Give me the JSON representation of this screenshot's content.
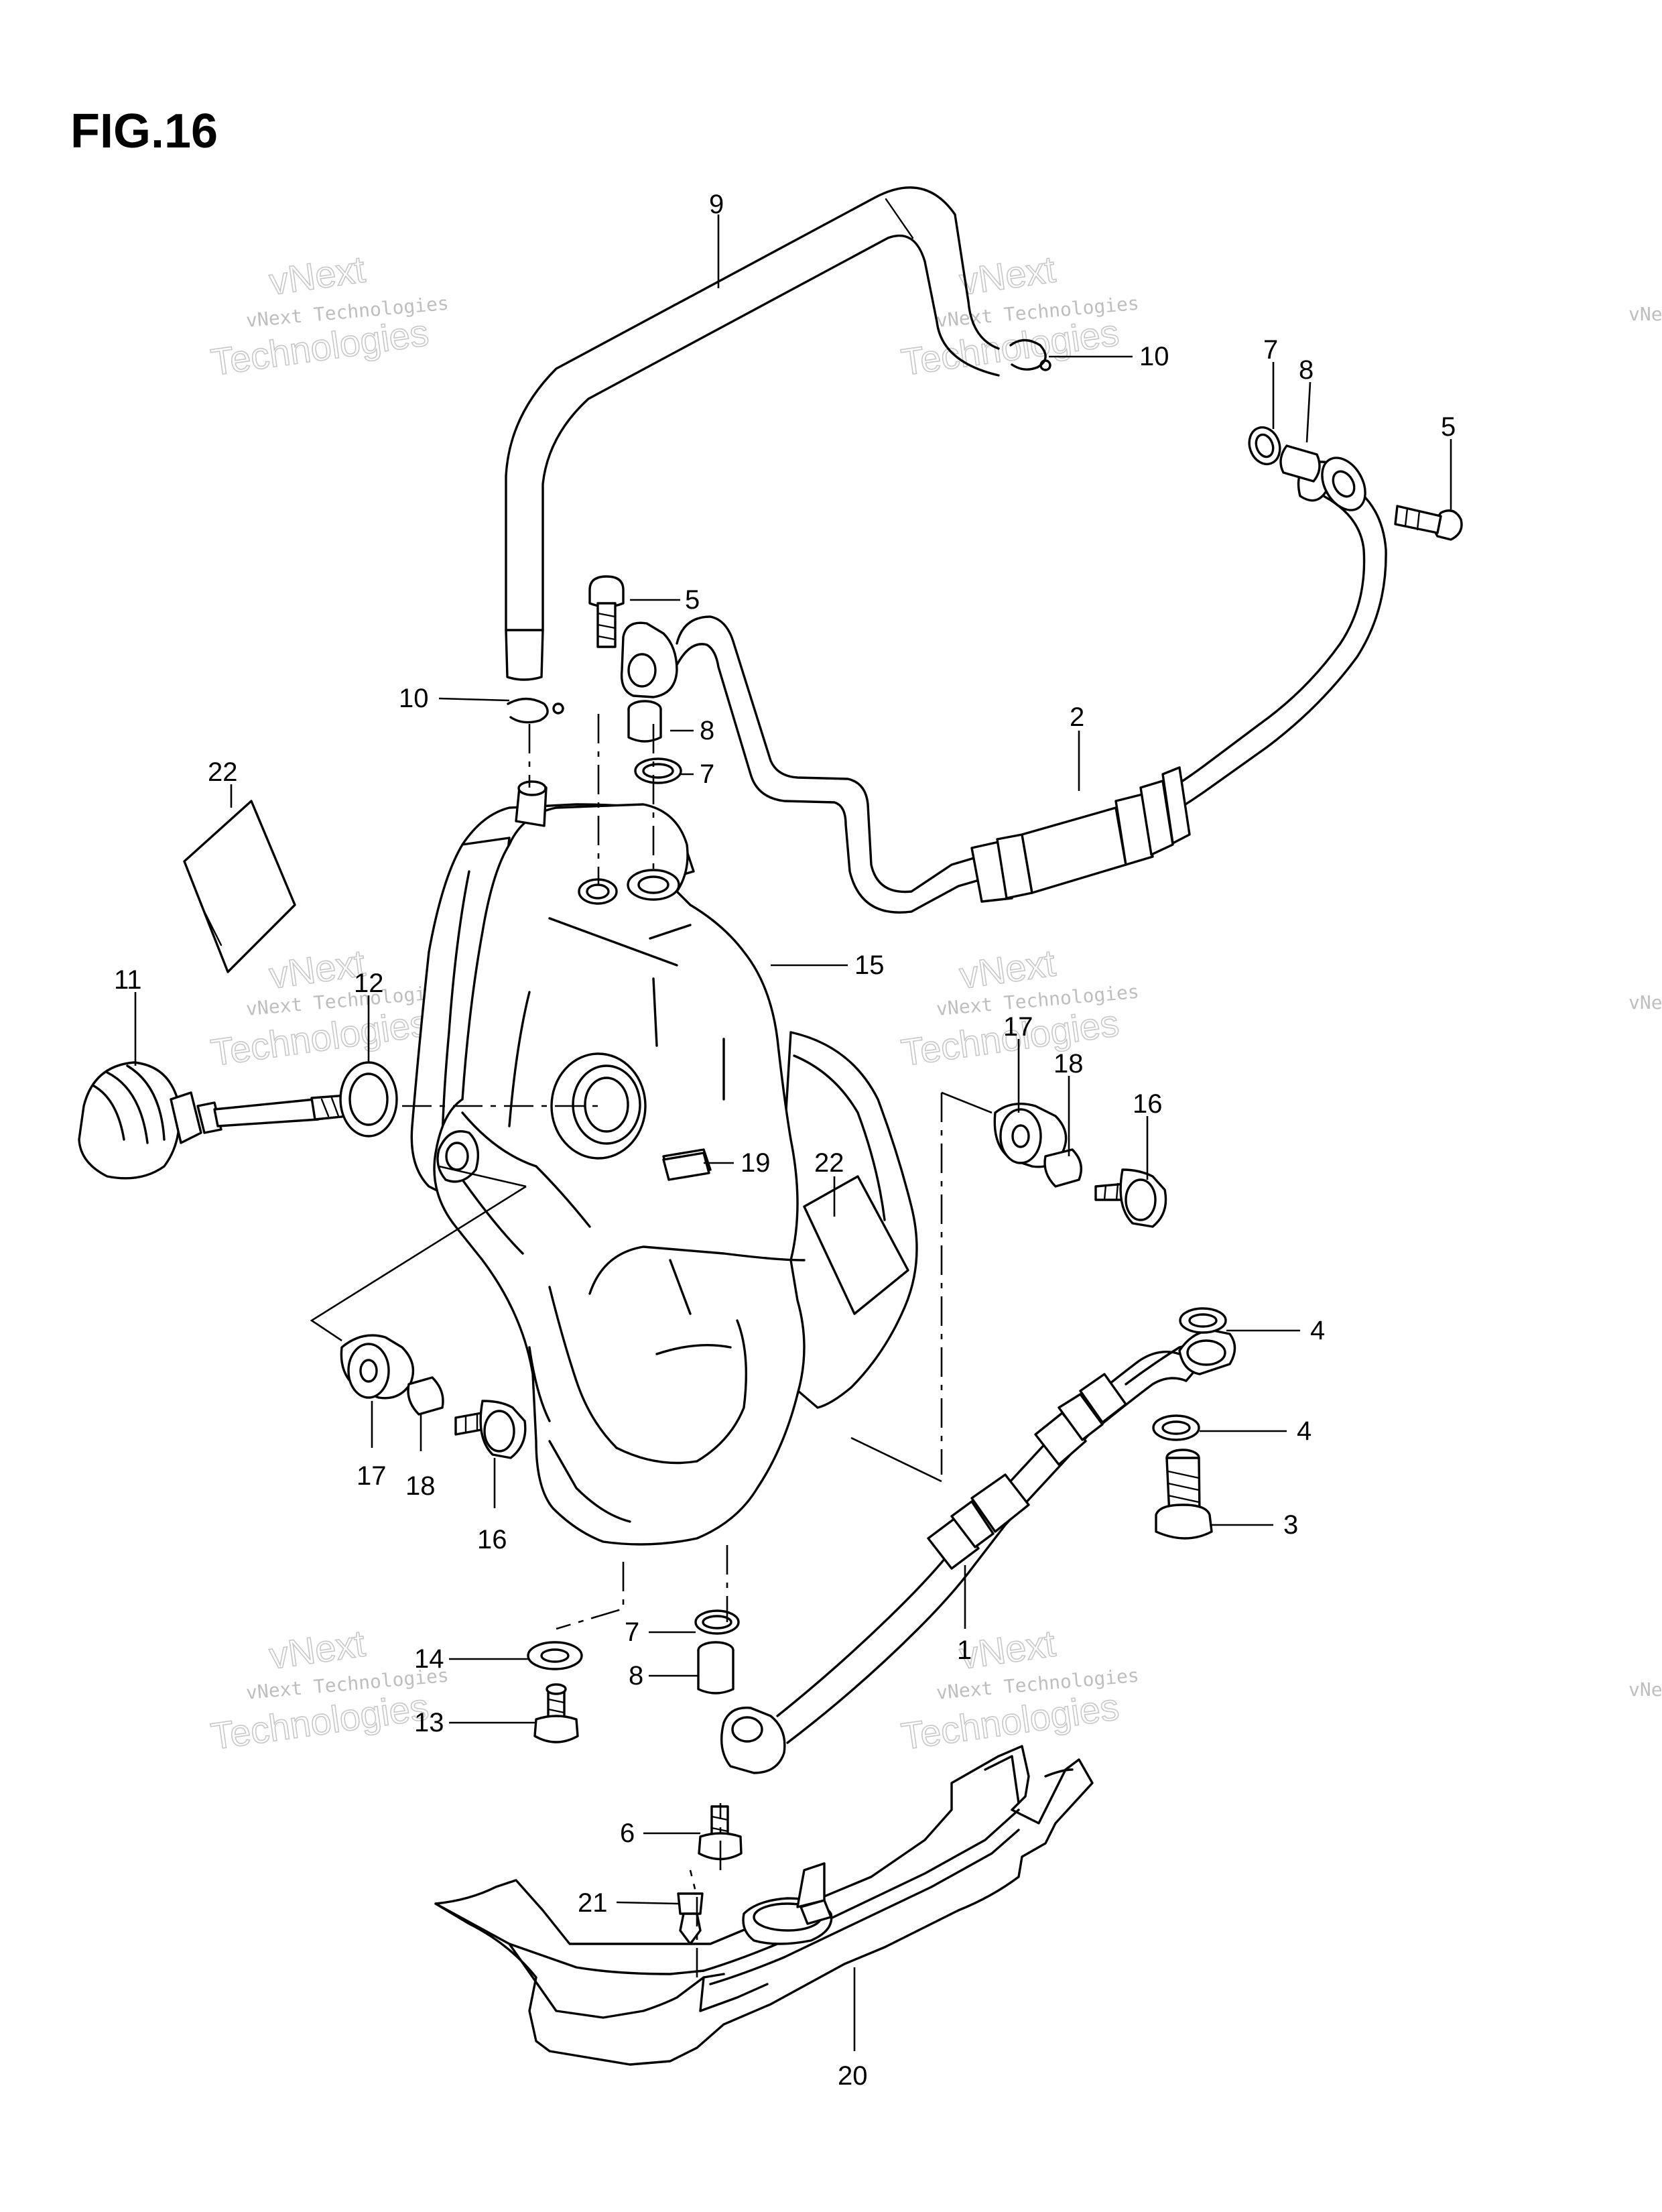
{
  "figure": {
    "title": "FIG.16"
  },
  "watermark": {
    "line1": "vNext Technologies",
    "line2": "vNext",
    "line3": "Technologies"
  },
  "callouts": {
    "c1": "1",
    "c2": "2",
    "c3": "3",
    "c4a": "4",
    "c4b": "4",
    "c5a": "5",
    "c5b": "5",
    "c6": "6",
    "c7a": "7",
    "c7b": "7",
    "c7c": "7",
    "c8a": "8",
    "c8b": "8",
    "c8c": "8",
    "c9": "9",
    "c10a": "10",
    "c10b": "10",
    "c11": "11",
    "c12": "12",
    "c13": "13",
    "c14": "14",
    "c15": "15",
    "c16a": "16",
    "c16b": "16",
    "c17a": "17",
    "c17b": "17",
    "c18a": "18",
    "c18b": "18",
    "c19": "19",
    "c20": "20",
    "c21": "21",
    "c22a": "22",
    "c22b": "22"
  }
}
